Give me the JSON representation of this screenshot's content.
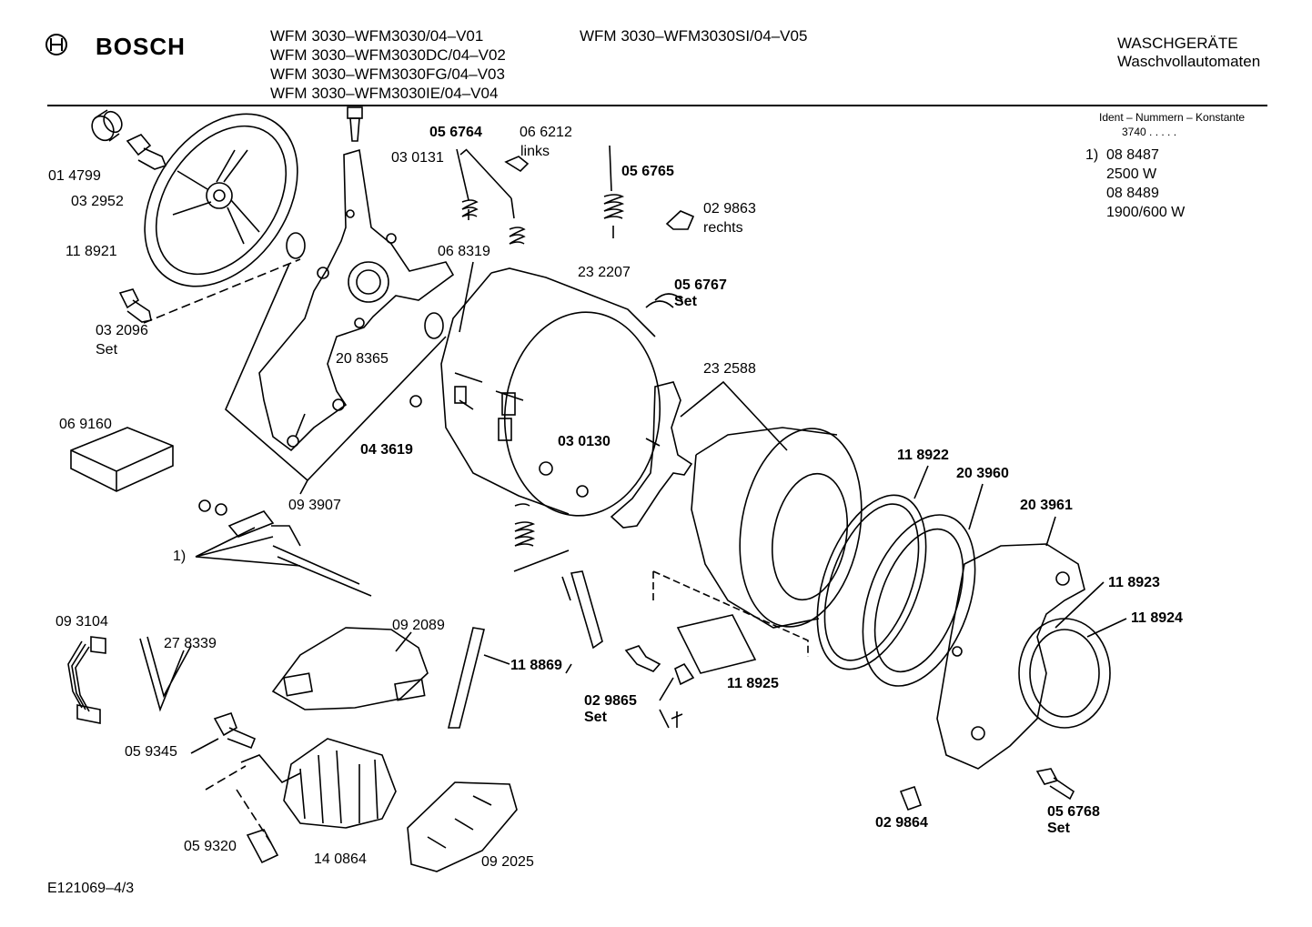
{
  "brand": {
    "name": "BOSCH",
    "logo_icon": "bosch-armature-icon"
  },
  "header": {
    "models": [
      "WFM 3030–WFM3030/04–V01",
      "WFM 3030–WFM3030DC/04–V02",
      "WFM 3030–WFM3030FG/04–V03",
      "WFM 3030–WFM3030IE/04–V04"
    ],
    "model_v05": "WFM 3030–WFM3030SI/04–V05",
    "category": "WASCHGERÄTE",
    "subcategory": "Waschvollautomaten"
  },
  "ident": {
    "title": "Ident – Nummern – Konstante",
    "code": "3740  .  .  .  .  .",
    "note_marker": "1)",
    "note_lines": [
      "08 8487",
      "2500 W",
      "08 8489",
      "1900/600 W"
    ]
  },
  "parts": {
    "p014799": "01 4799",
    "p032952": "03 2952",
    "p118921": "11 8921",
    "p032096": "03 2096",
    "p032096_set": "Set",
    "p030131": "03 0131",
    "p056764": "05 6764",
    "p066212": "06 6212",
    "p066212_links": "links",
    "p056765": "05 6765",
    "p029863": "02 9863",
    "p029863_rechts": "rechts",
    "p068319": "06 8319",
    "p232207": "23 2207",
    "p056767": "05 6767",
    "p056767_set": "Set",
    "p208365": "20 8365",
    "p232588": "23 2588",
    "p069160": "06 9160",
    "p043619": "04 3619",
    "p030130": "03 0130",
    "p118922": "11 8922",
    "p203960": "20 3960",
    "p203961": "20 3961",
    "p093907": "09 3907",
    "p_note1": "1)",
    "p118923": "11 8923",
    "p118924": "11 8924",
    "p093104": "09 3104",
    "p278339": "27 8339",
    "p092089": "09 2089",
    "p118869": "11 8869",
    "p118925": "11 8925",
    "p029865": "02 9865",
    "p029865_set": "Set",
    "p059345": "05 9345",
    "p059320": "05 9320",
    "p140864": "14 0864",
    "p092025": "09 2025",
    "p029864": "02 9864",
    "p056768": "05 6768",
    "p056768_set": "Set"
  },
  "footer": {
    "drawing_id": "E121069–4/3"
  }
}
